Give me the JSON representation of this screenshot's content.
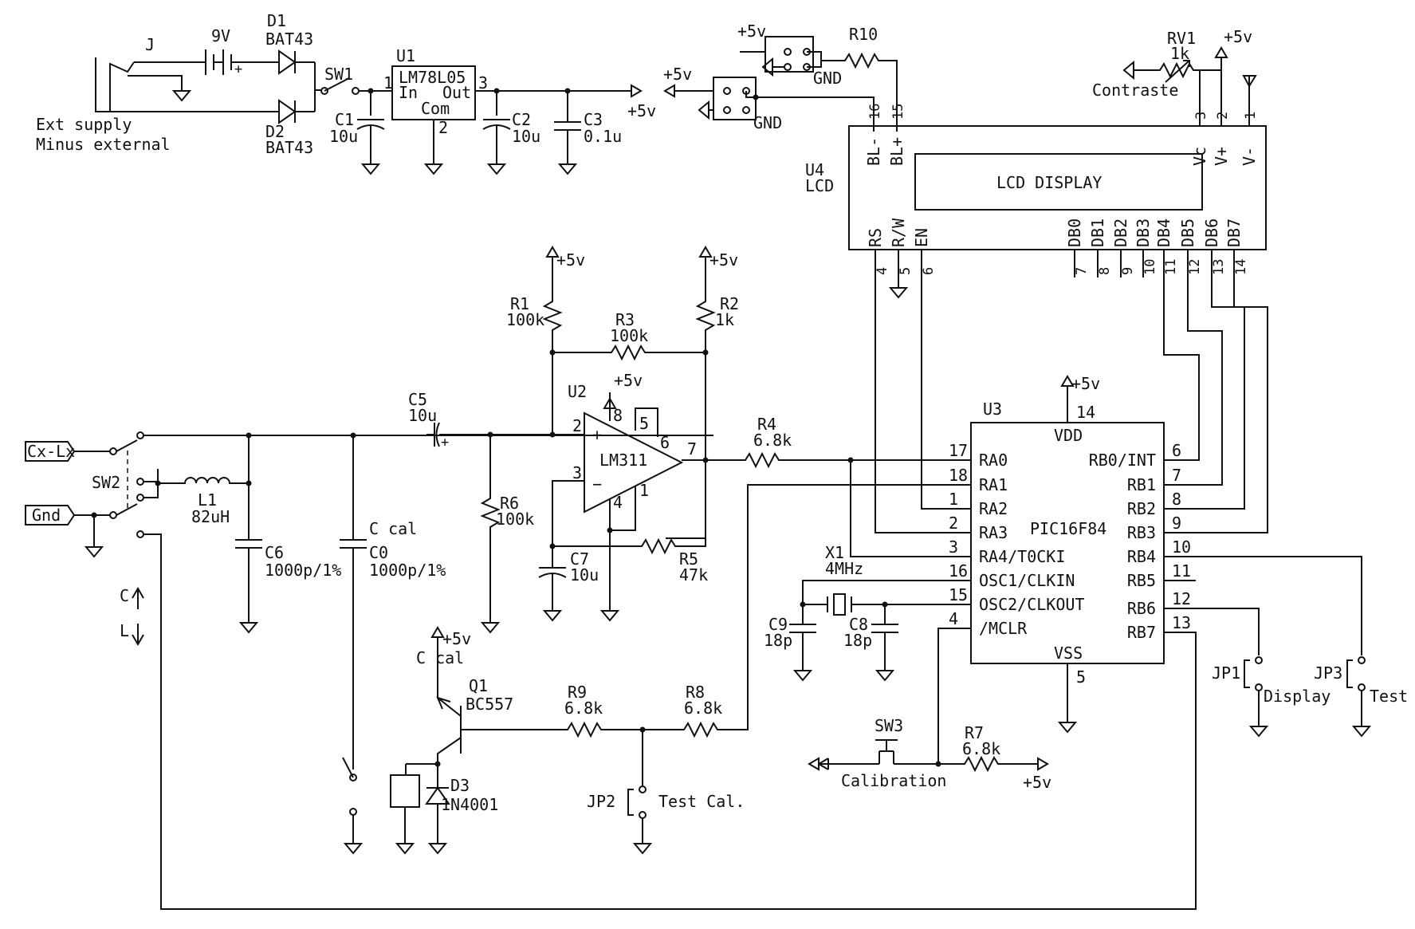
{
  "power": {
    "jack": "J",
    "battery": "9V",
    "battery_plus": "+",
    "ext_supply": "Ext supply",
    "minus_external": "Minus external",
    "d1": "D1",
    "d1_part": "BAT43",
    "d2": "D2",
    "d2_part": "BAT43",
    "sw1": "SW1",
    "u1": "U1",
    "u1_part": "LM78L05",
    "u1_in": "In",
    "u1_out": "Out",
    "u1_com": "Com",
    "u1_pin1": "1",
    "u1_pin2": "2",
    "u1_pin3": "3",
    "c1": "C1",
    "c1_val": "10u",
    "c2": "C2",
    "c2_val": "10u",
    "c3": "C3",
    "c3_val": "0.1u",
    "out_label": "+5v"
  },
  "backlight": {
    "plus5_top": "+5v",
    "plus5_left": "+5v",
    "gnd_a": "GND",
    "gnd_b": "GND",
    "r10": "R10"
  },
  "lcd": {
    "ref": "U4",
    "type": "LCD",
    "title": "LCD DISPLAY",
    "pins_top": [
      "BL-",
      "BL+",
      "Vc",
      "V+",
      "V-"
    ],
    "pins_top_nums": [
      "16",
      "15",
      "3",
      "2",
      "1"
    ],
    "pins_bottom": [
      "RS",
      "R/W",
      "EN",
      "DB0",
      "DB1",
      "DB2",
      "DB3",
      "DB4",
      "DB5",
      "DB6",
      "DB7"
    ],
    "pins_bottom_nums": [
      "4",
      "5",
      "6",
      "7",
      "8",
      "9",
      "10",
      "11",
      "12",
      "13",
      "14"
    ],
    "rv1": "RV1",
    "rv1_val": "1k",
    "contrast": "Contraste",
    "plus5": "+5v"
  },
  "comparator": {
    "r1": "R1",
    "r1_val": "100k",
    "r2": "R2",
    "r2_val": "1k",
    "r3": "R3",
    "r3_val": "100k",
    "plus5_r1": "+5v",
    "plus5_r2": "+5v",
    "plus5_u2": "+5v",
    "u2": "U2",
    "u2_part": "LM311",
    "pin_plus": "+",
    "pin_minus": "−",
    "pins": [
      "2",
      "3",
      "8",
      "5",
      "6",
      "7",
      "4",
      "1"
    ],
    "c5": "C5",
    "c5_val": "10u",
    "c5_plus": "+",
    "r6": "R6",
    "r6_val": "100k",
    "c7": "C7",
    "c7_val": "10u",
    "r5": "R5",
    "r5_val": "47k",
    "r4": "R4",
    "r4_val": "6.8k"
  },
  "input": {
    "cxlx": "Cx-Lx",
    "gnd": "Gnd",
    "sw2": "SW2",
    "l1": "L1",
    "l1_val": "82uH",
    "c6": "C6",
    "c6_val": "1000p/1%",
    "ccal": "C cal",
    "c0": "C0",
    "c0_val": "1000p/1%",
    "c_mode": "C",
    "l_mode": "L"
  },
  "relay": {
    "plus5": "+5v",
    "ccal": "C cal",
    "q1": "Q1",
    "q1_part": "BC557",
    "d3": "D3",
    "d3_part": "1N4001",
    "r9": "R9",
    "r9_val": "6.8k",
    "r8": "R8",
    "r8_val": "6.8k",
    "jp2": "JP2",
    "jp2_label": "Test Cal."
  },
  "mcu": {
    "ref": "U3",
    "part": "PIC16F84",
    "vdd": "VDD",
    "vss": "VSS",
    "pin_vdd": "14",
    "pin_vss": "5",
    "plus5": "+5v",
    "left_pins": [
      "RA0",
      "RA1",
      "RA2",
      "RA3",
      "RA4/T0CKI",
      "OSC1/CLKIN",
      "OSC2/CLKOUT",
      "/MCLR"
    ],
    "left_nums": [
      "17",
      "18",
      "1",
      "2",
      "3",
      "16",
      "15",
      "4"
    ],
    "right_pins": [
      "RB0/INT",
      "RB1",
      "RB2",
      "RB3",
      "RB4",
      "RB5",
      "RB6",
      "RB7"
    ],
    "right_nums": [
      "6",
      "7",
      "8",
      "9",
      "10",
      "11",
      "12",
      "13"
    ],
    "x1": "X1",
    "x1_val": "4MHz",
    "c9": "C9",
    "c9_val": "18p",
    "c8": "C8",
    "c8_val": "18p"
  },
  "controls": {
    "sw3": "SW3",
    "calibration": "Calibration",
    "r7": "R7",
    "r7_val": "6.8k",
    "plus5": "+5v",
    "jp1": "JP1",
    "jp1_label": "Display",
    "jp3": "JP3",
    "jp3_label": "Test"
  }
}
